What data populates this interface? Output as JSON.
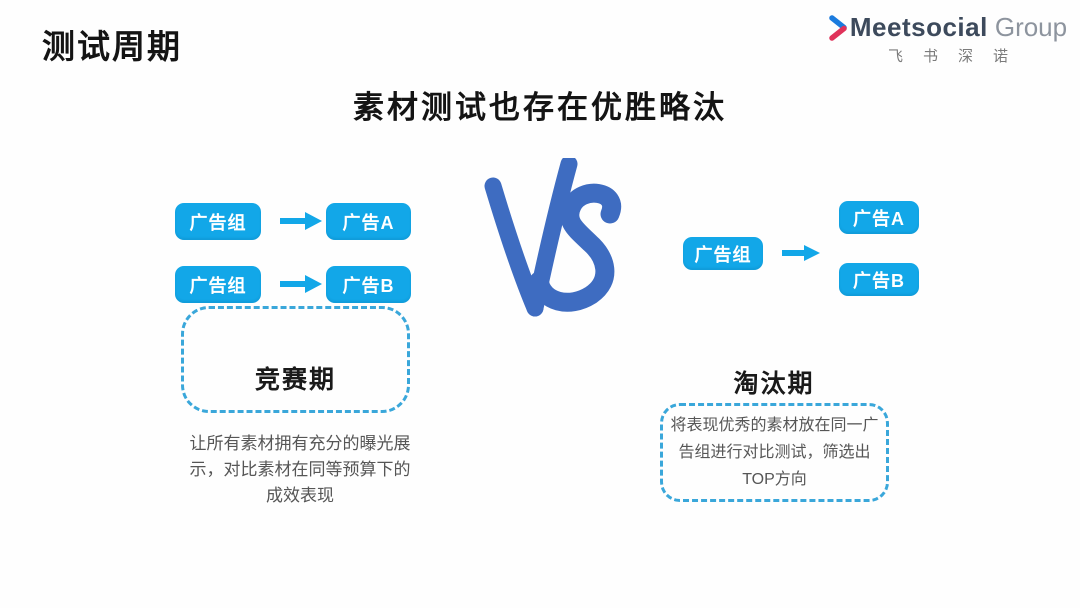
{
  "slide": {
    "title": "测试周期",
    "heading": "素材测试也存在优胜略汰",
    "vs_label": "VS"
  },
  "logo": {
    "brand": "Meetsocial",
    "brand_suffix": "Group",
    "subtitle": "飞书深诺"
  },
  "competition": {
    "rows": [
      {
        "source": "广告组",
        "target": "广告A"
      },
      {
        "source": "广告组",
        "target": "广告B"
      }
    ],
    "phase_label": "竞赛期",
    "desc_lines": [
      "让所有素材拥有充分的曝光展",
      "示，对比素材在同等预算下的",
      "成效表现"
    ],
    "desc_full": "让所有素材拥有充分的曝光展示，对比素材在同等预算下的成效表现"
  },
  "elimination": {
    "source": "广告组",
    "targets": [
      "广告A",
      "广告B"
    ],
    "phase_label": "淘汰期",
    "desc_lines": [
      "将表现优秀的素材放在同一广",
      "告组进行对比测试，筛选出",
      "TOP方向"
    ],
    "desc_full": "将表现优秀的素材放在同一广告组进行对比测试，筛选出TOP方向"
  },
  "colors": {
    "button_blue": "#12a7e8",
    "dashed_border_blue": "#3aa7da",
    "vs_blue": "#3e6cc1",
    "title_black": "#141414",
    "desc_gray": "#565656",
    "logo_dark": "#3d4a5c",
    "logo_gray": "#8d949e",
    "logo_chevron_blue": "#1b7bde",
    "logo_chevron_red": "#e0325a"
  }
}
